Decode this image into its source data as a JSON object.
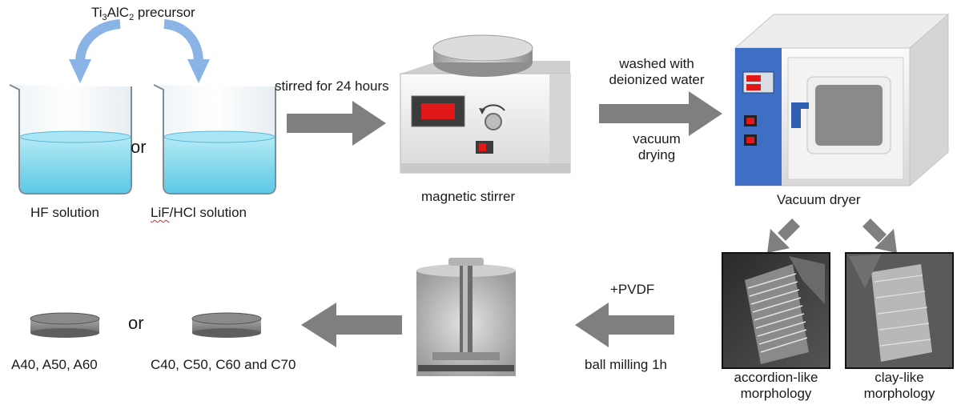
{
  "precursor": {
    "prefix": "Ti",
    "sub1": "3",
    "mid": "AlC",
    "sub2": "2",
    "suffix": " precursor"
  },
  "solutions": {
    "hf": "HF solution",
    "or_top": "or",
    "lif_prefix": "LiF",
    "lif_suffix": "/HCl solution"
  },
  "steps": {
    "stir": "stirred for 24 hours",
    "stirrer": "magnetic stirrer",
    "wash_line1": "washed with",
    "wash_line2": "deionized water",
    "vac_line1": "vacuum",
    "vac_line2": "drying",
    "dryer": "Vacuum dryer",
    "pvdf": "+PVDF",
    "mill": "ball milling 1h"
  },
  "morphology": {
    "accordion_line1": "accordion-like",
    "accordion_line2": "morphology",
    "clay_line1": "clay-like",
    "clay_line2": "morphology"
  },
  "samples": {
    "a": "A40, A50, A60",
    "or_bottom": "or",
    "c": "C40, C50, C60 and C70"
  },
  "colors": {
    "arrow_gray": "#7f7f7f",
    "curved_arrow": "#8ab4e6",
    "liquid": "#7fd6ee",
    "oven_panel": "#3f6fc4",
    "display_red": "#e01818"
  }
}
